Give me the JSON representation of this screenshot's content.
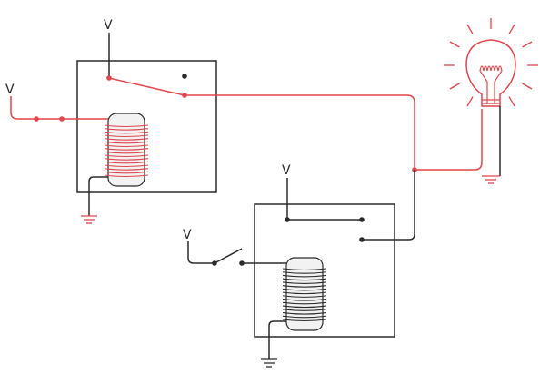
{
  "labels": {
    "v_relay1_top": "V",
    "v_relay1_input": "V",
    "v_relay2_top": "V",
    "v_relay2_input": "V"
  },
  "colors": {
    "energized": "#e0464c",
    "idle": "#2b2b2b",
    "rays": "#e0464c",
    "coil_core": "#f2f2f2"
  },
  "state": {
    "relay1_coil": "energized",
    "relay1_switch": "closed-to-output",
    "relay2_coil": "idle",
    "relay2_input_switch": "open",
    "lamp": "lit"
  }
}
